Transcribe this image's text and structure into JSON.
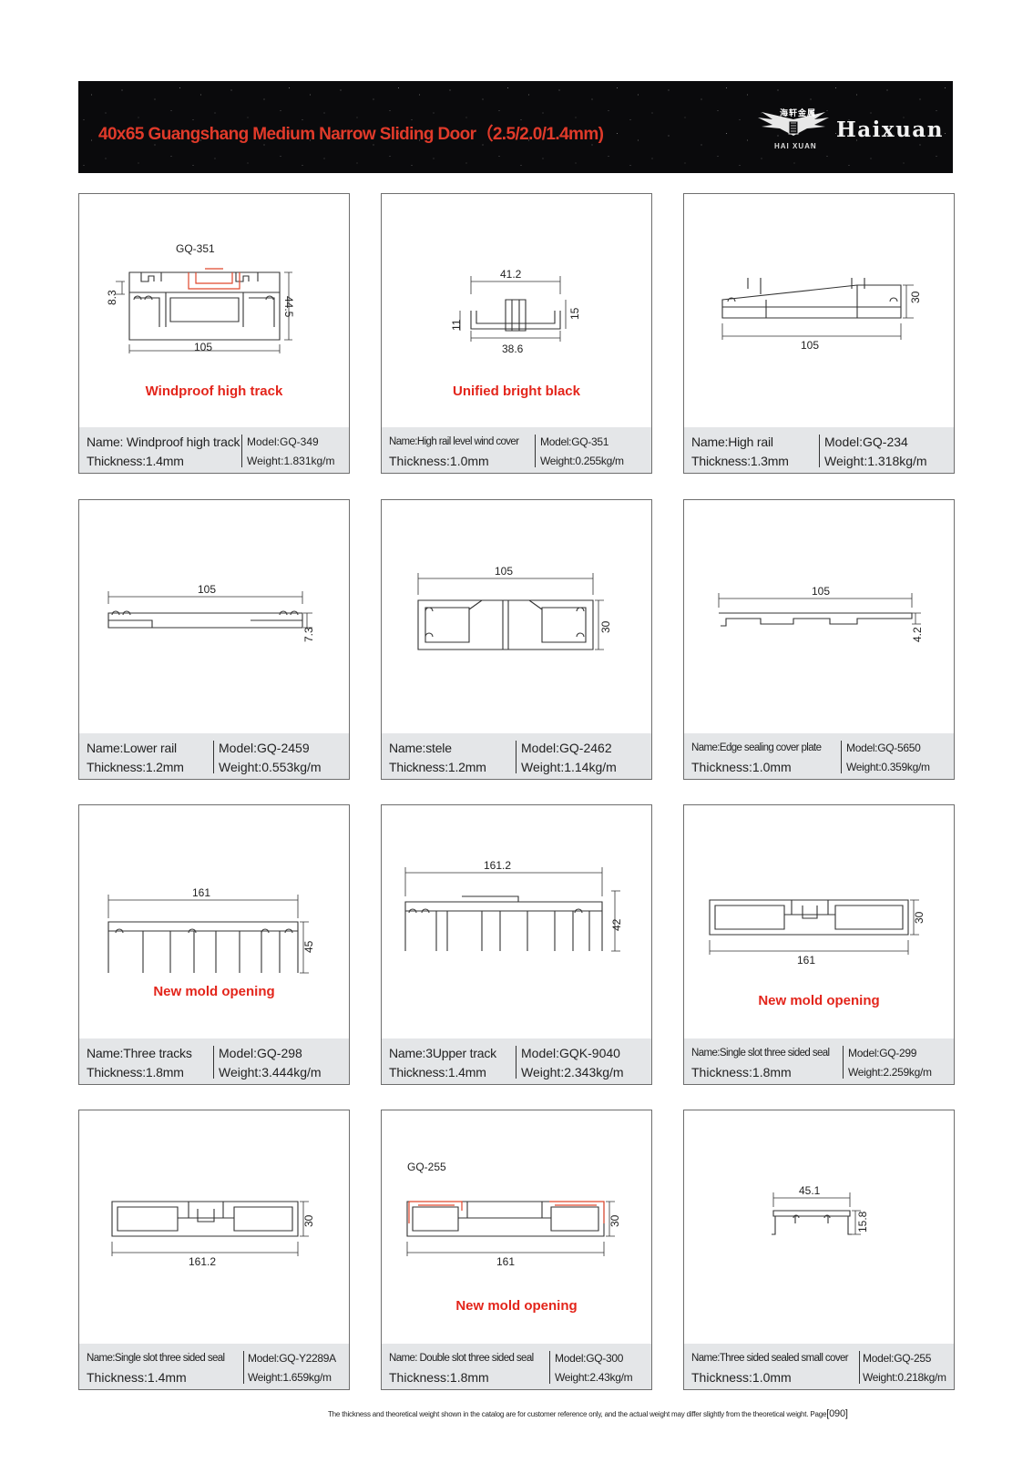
{
  "header": {
    "title": "40x65 Guangshang Medium Narrow Sliding Door（2.5/2.0/1.4mm)",
    "brand": "Haixuan Metal",
    "logo_cn": "海轩金属",
    "logo_en": "HAI XUAN"
  },
  "cards": [
    {
      "label": "GQ-351",
      "dims": {
        "width": "105",
        "left": "8.3",
        "right": "44.5"
      },
      "note": "Windproof high track",
      "name": "Name: Windproof high track",
      "thickness": "Thickness:1.4mm",
      "model": "Model:GQ-349",
      "weight": "Weight:1.831kg/m"
    },
    {
      "dims": {
        "top": "41.2",
        "bottom": "38.6",
        "left": "11",
        "right": "15"
      },
      "note": "Unified bright black",
      "name": "Name:High rail level wind cover",
      "thickness": "Thickness:1.0mm",
      "model": "Model:GQ-351",
      "weight": "Weight:0.255kg/m"
    },
    {
      "dims": {
        "width": "105",
        "right": "30"
      },
      "name": "Name:High rail",
      "thickness": "Thickness:1.3mm",
      "model": "Model:GQ-234",
      "weight": "Weight:1.318kg/m"
    },
    {
      "dims": {
        "width": "105",
        "right": "7.3"
      },
      "name": "Name:Lower rail",
      "thickness": "Thickness:1.2mm",
      "model": "Model:GQ-2459",
      "weight": "Weight:0.553kg/m"
    },
    {
      "dims": {
        "width": "105",
        "right": "30"
      },
      "name": "Name:stele",
      "thickness": "Thickness:1.2mm",
      "model": "Model:GQ-2462",
      "weight": "Weight:1.14kg/m"
    },
    {
      "dims": {
        "width": "105",
        "right": "4.2"
      },
      "name": "Name:Edge sealing cover plate",
      "thickness": "Thickness:1.0mm",
      "model": "Model:GQ-5650",
      "weight": "Weight:0.359kg/m"
    },
    {
      "dims": {
        "width": "161",
        "right": "45"
      },
      "note": "New mold opening",
      "name": "Name:Three tracks",
      "thickness": "Thickness:1.8mm",
      "model": "Model:GQ-298",
      "weight": "Weight:3.444kg/m"
    },
    {
      "dims": {
        "width": "161.2",
        "right": "42"
      },
      "name": "Name:3Upper track",
      "thickness": "Thickness:1.4mm",
      "model": "Model:GQK-9040",
      "weight": "Weight:2.343kg/m"
    },
    {
      "dims": {
        "width": "161",
        "right": "30"
      },
      "note": "New mold opening",
      "name": "Name:Single slot three sided seal",
      "thickness": "Thickness:1.8mm",
      "model": "Model:GQ-299",
      "weight": "Weight:2.259kg/m"
    },
    {
      "dims": {
        "width": "161.2",
        "right": "30"
      },
      "name": "Name:Single slot three sided seal",
      "thickness": "Thickness:1.4mm",
      "model": "Model:GQ-Y2289A",
      "weight": "Weight:1.659kg/m"
    },
    {
      "label": "GQ-255",
      "dims": {
        "width": "161",
        "right": "30"
      },
      "note": "New mold opening",
      "name": "Name: Double slot three sided seal",
      "thickness": "Thickness:1.8mm",
      "model": "Model:GQ-300",
      "weight": "Weight:2.43kg/m"
    },
    {
      "dims": {
        "width": "45.1",
        "right": "15.8"
      },
      "name": "Name:Three sided sealed small cover",
      "thickness": "Thickness:1.0mm",
      "model": "Model:GQ-255",
      "weight": "Weight:0.218kg/m"
    }
  ],
  "footer": {
    "disclaimer": "The thickness and theoretical weight shown in the catalog are for customer reference only, and the actual weight may differ slightly from the theoretical weight.",
    "page_prefix": "Page",
    "page": "[090]"
  }
}
